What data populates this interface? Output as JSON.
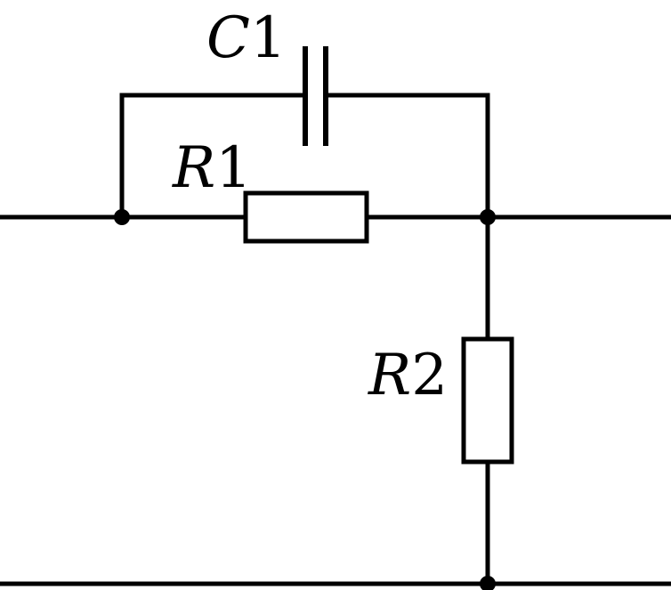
{
  "diagram": {
    "labels": {
      "c1_letter": "C",
      "c1_number": "1",
      "r1_letter": "R",
      "r1_number": "1",
      "r2_letter": "R",
      "r2_number": "2"
    },
    "colors": {
      "stroke": "#000000",
      "background": "#ffffff"
    }
  }
}
